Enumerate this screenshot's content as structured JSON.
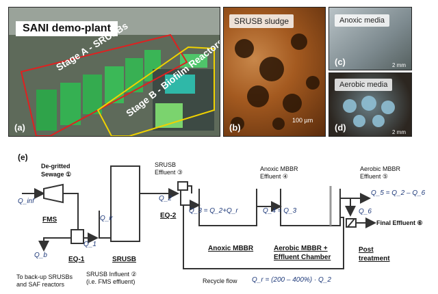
{
  "photos": {
    "plant": {
      "title": "SANI demo-plant",
      "stage_a": "Stage A - SRUSBs",
      "stage_b": "Stage B - Biofilm Reactors",
      "panel": "(a)"
    },
    "sludge": {
      "title": "SRUSB sludge",
      "scale": "100 µm",
      "panel": "(b)"
    },
    "anoxic": {
      "title": "Anoxic media",
      "scale": "2 mm",
      "panel": "(c)"
    },
    "aerobic": {
      "title": "Aerobic media",
      "scale": "2 mm",
      "panel": "(d)"
    }
  },
  "diagram": {
    "panel": "(e)",
    "degritted": "De-gritted",
    "sewage": "Sewage ①",
    "q_inf": "Q_inf",
    "fms": "FMS",
    "q_ir": "Q_ir",
    "q_b": "Q_b",
    "eq1": "EQ-1",
    "q1": "Q_1",
    "srusb": "SRUSB",
    "srusb_influent": "SRUSB Influent ②",
    "fms_effluent": "(i.e. FMS effluent)",
    "backup_line1": "To back-up SRUSBs",
    "backup_line2": "and SAF reactors",
    "srusb_effluent_1": "SRUSB",
    "srusb_effluent_2": "Effluent ③",
    "q2": "Q_2",
    "eq2": "EQ-2",
    "q3": "Q_3 = Q_2+Q_r",
    "anoxic_mbbr_effluent_1": "Anoxic MBBR",
    "anoxic_mbbr_effluent_2": "Effluent ④",
    "q4": "Q_4 = Q_3",
    "anoxic_mbbr": "Anoxic MBBR",
    "aerobic_mbbr_1": "Aerobic MBBR +",
    "aerobic_mbbr_2": "Effluent Chamber",
    "aerobic_mbbr_effluent_1": "Aerobic MBBR",
    "aerobic_mbbr_effluent_2": "Effluent ⑤",
    "q5": "Q_5 = Q_2 – Q_6",
    "q6": "Q_6",
    "final_effluent": "Final Effluent ⑥",
    "post_1": "Post",
    "post_2": "treatment",
    "recycle": "Recycle flow",
    "qr": "Q_r = (200 – 400%) · Q_2"
  },
  "colors": {
    "red_outline": "#e02020",
    "yellow_outline": "#f0d200",
    "q_blue": "#1f3a7a"
  }
}
